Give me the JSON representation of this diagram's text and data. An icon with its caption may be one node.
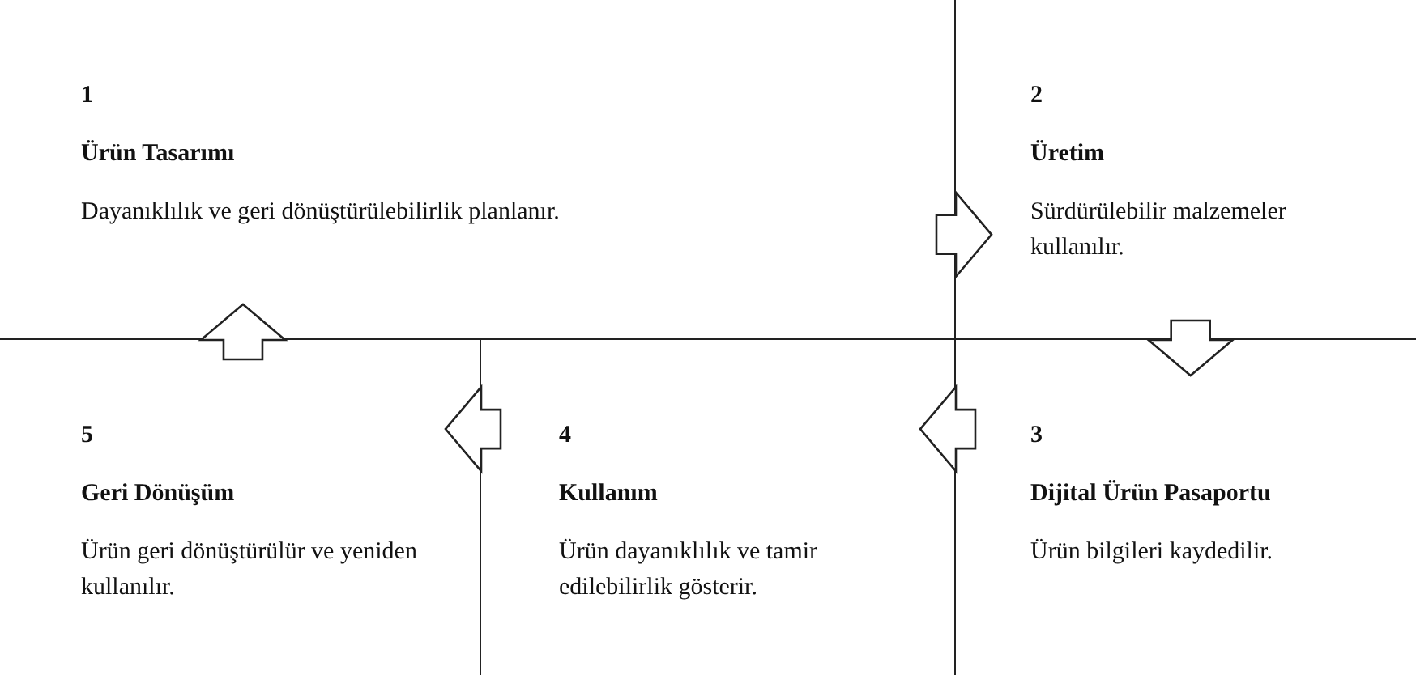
{
  "diagram": {
    "nodes": [
      {
        "text": [
          "1",
          "Ürün Tasarımı",
          "Dayanıklılık ve geri dönüştürülebilirlik planlanır."
        ]
      },
      {
        "text": [
          "2",
          "Üretim",
          "Sürdürülebilir malzemeler kullanılır."
        ]
      },
      {
        "text": [
          "3",
          "Dijital Ürün Pasaportu",
          "Ürün bilgileri kaydedilir."
        ]
      },
      {
        "text": [
          "4",
          "Kullanım",
          "Ürün dayanıklılık ve tamir edilebilirlik gösterir."
        ]
      },
      {
        "text": [
          "5",
          "Geri Dönüşüm",
          "Ürün geri dönüştürülür ve yeniden kullanılır."
        ]
      }
    ],
    "edges": [
      {
        "from": 0,
        "to": 1,
        "arrow": "to"
      },
      {
        "from": 1,
        "to": 2,
        "arrow": "to"
      },
      {
        "from": 2,
        "to": 3,
        "arrow": "to"
      },
      {
        "from": 3,
        "to": 4,
        "arrow": "to"
      },
      {
        "from": 4,
        "to": 0,
        "arrow": "to"
      }
    ]
  }
}
